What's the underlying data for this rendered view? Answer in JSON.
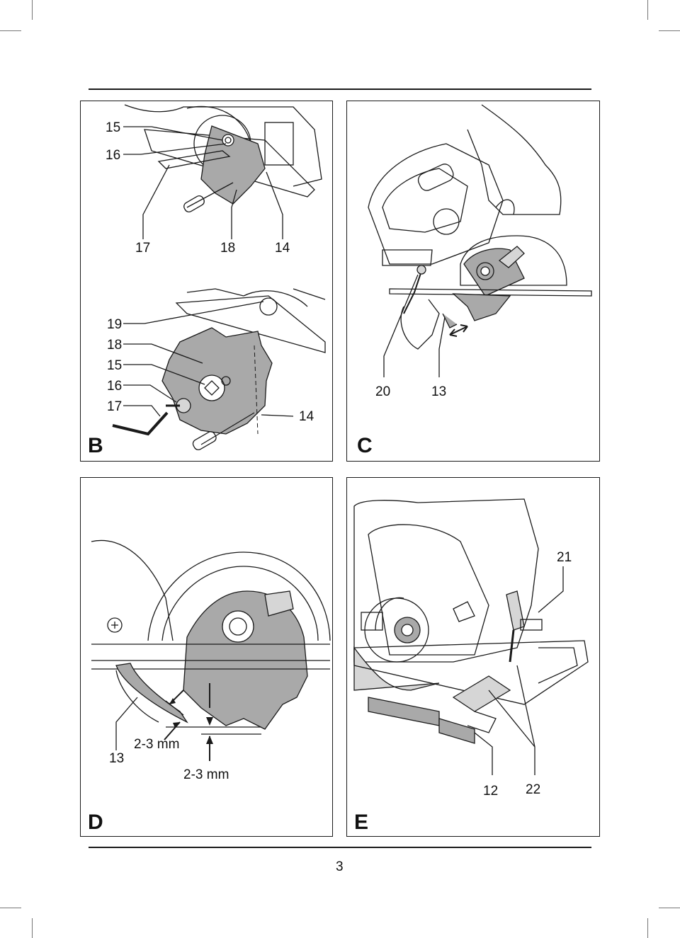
{
  "page_number": "3",
  "colors": {
    "line": "#1a1a1a",
    "fill_grey": "#a9a9a9",
    "light_grey": "#d6d6d6"
  },
  "panels": {
    "B": {
      "letter": "B",
      "callouts": {
        "c15a": "15",
        "c16a": "16",
        "c17a": "17",
        "c18a": "18",
        "c14a": "14",
        "c19": "19",
        "c18b": "18",
        "c15b": "15",
        "c16b": "16",
        "c17b": "17",
        "c14b": "14"
      }
    },
    "C": {
      "letter": "C",
      "callouts": {
        "c20": "20",
        "c13": "13"
      }
    },
    "D": {
      "letter": "D",
      "callouts": {
        "c13": "13",
        "dim_upper": "2-3 mm",
        "dim_lower": "2-3 mm"
      }
    },
    "E": {
      "letter": "E",
      "callouts": {
        "c21": "21",
        "c12": "12",
        "c22": "22"
      }
    }
  }
}
